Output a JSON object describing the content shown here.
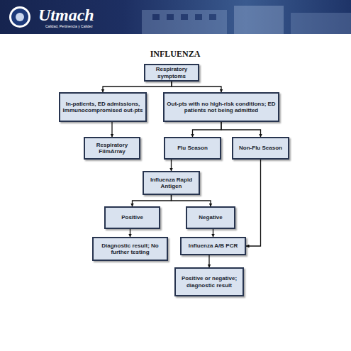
{
  "diagram": {
    "title": "INFLUENZA",
    "nodes": [
      {
        "text": [
          "Respiratory symptoms"
        ]
      },
      {
        "text": [
          "In-patients, ED admissions, Immunocompromised out-pts"
        ]
      },
      {
        "text": [
          "Out-pts with no high-risk conditions; ED patients not being admitted"
        ]
      },
      {
        "text": [
          "Respiratory FilmArray"
        ]
      },
      {
        "text": [
          "Flu Season"
        ]
      },
      {
        "text": [
          "Non-Flu Season"
        ]
      },
      {
        "text": [
          "Influenza Rapid Antigen"
        ]
      },
      {
        "text": [
          "Positive"
        ]
      },
      {
        "text": [
          "Negative"
        ]
      },
      {
        "text": [
          "Diagnostic result; No further testing"
        ]
      },
      {
        "text": [
          "Influenza A/B PCR"
        ]
      },
      {
        "text": [
          "Positive or negative; diagnostic result"
        ]
      }
    ],
    "edges": [
      {
        "from": 0,
        "to": 1,
        "arrow": "to"
      },
      {
        "from": 0,
        "to": 2,
        "arrow": "to"
      },
      {
        "from": 1,
        "to": 3,
        "arrow": "to"
      },
      {
        "from": 2,
        "to": 4,
        "arrow": "to"
      },
      {
        "from": 2,
        "to": 5,
        "arrow": "to"
      },
      {
        "from": 4,
        "to": 6,
        "arrow": "to"
      },
      {
        "from": 6,
        "to": 7,
        "arrow": "to"
      },
      {
        "from": 6,
        "to": 8,
        "arrow": "to"
      },
      {
        "from": 7,
        "to": 9,
        "arrow": "to"
      },
      {
        "from": 8,
        "to": 10,
        "arrow": "to"
      },
      {
        "from": 5,
        "to": 10,
        "arrow": "to"
      },
      {
        "from": 10,
        "to": 11,
        "arrow": "to"
      }
    ],
    "labels": [
      "Utmach",
      "Calidad, Pertinencia y Calidez"
    ]
  }
}
